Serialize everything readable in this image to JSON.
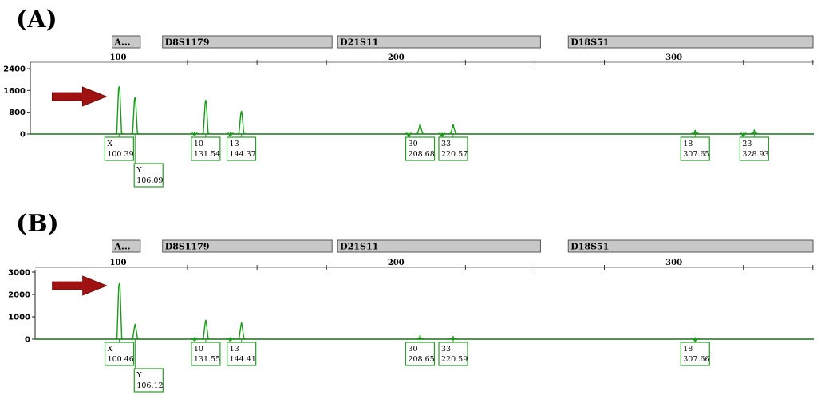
{
  "chart_data": [
    {
      "type": "line",
      "panel_label": "(A)",
      "markers": [
        "A...",
        "D8S1179",
        "D21S11",
        "D18S51"
      ],
      "x_ticks": [
        "100",
        "200",
        "300"
      ],
      "x_tick_values": [
        100,
        200,
        300
      ],
      "xlim": [
        70,
        355
      ],
      "y_ticks": [
        "2400",
        "1600",
        "800",
        "0"
      ],
      "y_tick_values": [
        2400,
        1600,
        800,
        0
      ],
      "ylim": [
        0,
        2400
      ],
      "arrow_at": 100.39,
      "colors": {
        "trace": "#1a9a1a",
        "box": "#2a9a2a",
        "marker_bar": "#c8c8c8",
        "arrow": "#a01212"
      },
      "peaks": [
        {
          "x": 100.39,
          "height": 1750,
          "allele": "X",
          "size": "100.39",
          "row": 0
        },
        {
          "x": 106.09,
          "height": 1350,
          "allele": "Y",
          "size": "106.09",
          "row": 1
        },
        {
          "x": 131.54,
          "height": 1250,
          "allele": "10",
          "size": "131.54",
          "row": 0
        },
        {
          "x": 144.37,
          "height": 850,
          "allele": "13",
          "size": "144.37",
          "row": 0
        },
        {
          "x": 208.68,
          "height": 380,
          "allele": "30",
          "size": "208.68",
          "row": 0
        },
        {
          "x": 220.57,
          "height": 360,
          "allele": "33",
          "size": "220.57",
          "row": 0
        },
        {
          "x": 307.65,
          "height": 150,
          "allele": "18",
          "size": "307.65",
          "row": 0
        },
        {
          "x": 328.93,
          "height": 160,
          "allele": "23",
          "size": "328.93",
          "row": 0
        }
      ],
      "minor_peaks": [
        {
          "x": 127.5,
          "height": 80
        },
        {
          "x": 140.4,
          "height": 60
        },
        {
          "x": 204.6,
          "height": 40
        },
        {
          "x": 216.6,
          "height": 40
        },
        {
          "x": 325.0,
          "height": 40
        }
      ]
    },
    {
      "type": "line",
      "panel_label": "(B)",
      "markers": [
        "A...",
        "D8S1179",
        "D21S11",
        "D18S51"
      ],
      "x_ticks": [
        "100",
        "200",
        "300"
      ],
      "x_tick_values": [
        100,
        200,
        300
      ],
      "xlim": [
        70,
        355
      ],
      "y_ticks": [
        "3000",
        "2000",
        "1000",
        "0"
      ],
      "y_tick_values": [
        3000,
        2000,
        1000,
        0
      ],
      "ylim": [
        0,
        3000
      ],
      "arrow_at": 100.46,
      "colors": {
        "trace": "#1a9a1a",
        "box": "#2a9a2a",
        "marker_bar": "#c8c8c8",
        "arrow": "#a01212"
      },
      "peaks": [
        {
          "x": 100.46,
          "height": 2500,
          "allele": "X",
          "size": "100.46",
          "row": 0
        },
        {
          "x": 106.12,
          "height": 680,
          "allele": "Y",
          "size": "106.12",
          "row": 1
        },
        {
          "x": 131.55,
          "height": 860,
          "allele": "10",
          "size": "131.55",
          "row": 0
        },
        {
          "x": 144.41,
          "height": 740,
          "allele": "13",
          "size": "144.41",
          "row": 0
        },
        {
          "x": 208.65,
          "height": 180,
          "allele": "30",
          "size": "208.65",
          "row": 0
        },
        {
          "x": 220.59,
          "height": 130,
          "allele": "33",
          "size": "220.59",
          "row": 0
        },
        {
          "x": 307.66,
          "height": 80,
          "allele": "18",
          "size": "307.66",
          "row": 0
        }
      ],
      "minor_peaks": [
        {
          "x": 127.5,
          "height": 90
        },
        {
          "x": 140.4,
          "height": 80
        }
      ]
    }
  ]
}
